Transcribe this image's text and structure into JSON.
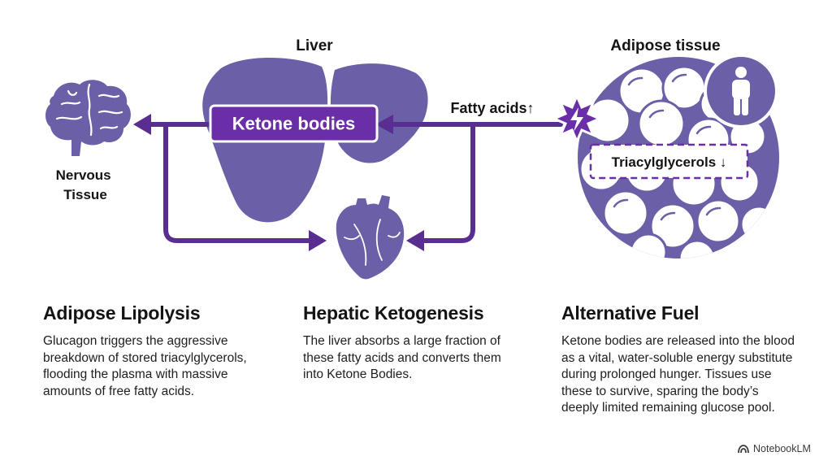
{
  "diagram": {
    "liver_label": "Liver",
    "adipose_label": "Adipose tissue",
    "nervous_label_line1": "Nervous",
    "nervous_label_line2": "Tissue",
    "ketone_box_label": "Ketone bodies",
    "fatty_acids_label": "Fatty acids↑",
    "triacylglycerols_label": "Triacylglycerols ↓",
    "colors": {
      "purple": "#6b5fa8",
      "dark_purple": "#5a2d91",
      "violet": "#7a3fbf",
      "white": "#ffffff"
    },
    "icons": [
      "brain-icon",
      "liver-icon",
      "heart-icon",
      "fat-cell-cluster-icon",
      "person-icon",
      "burst-icon"
    ]
  },
  "sections": [
    {
      "title": "Adipose Lipolysis",
      "body": "Glucagon triggers the aggressive breakdown of stored triacylglycerols, flooding the plasma with massive amounts of free fatty acids."
    },
    {
      "title": "Hepatic Ketogenesis",
      "body": "The liver absorbs a large fraction of these fatty acids and converts them into Ketone Bodies."
    },
    {
      "title": "Alternative Fuel",
      "body": "Ketone bodies are released into the blood as a vital, water-soluble energy substitute during prolonged hunger. Tissues use these to survive, sparing the body’s deeply limited remaining glucose pool."
    }
  ],
  "brand": {
    "label": "NotebookLM",
    "icon": "notebooklm-logo-icon"
  }
}
